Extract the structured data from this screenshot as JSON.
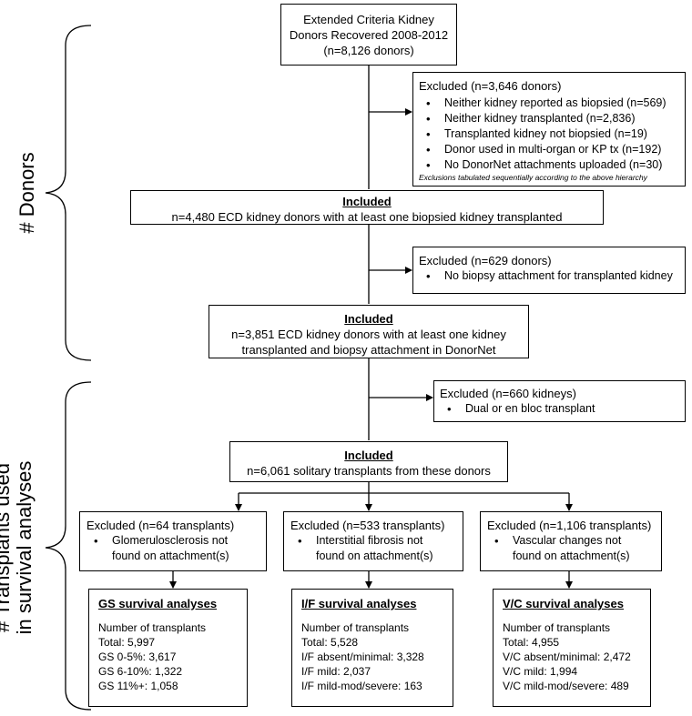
{
  "side_labels": {
    "donors": "# Donors",
    "transplants_line1": "# Transplants used",
    "transplants_line2": "in survival analyses"
  },
  "top_box": {
    "line1": "Extended Criteria Kidney",
    "line2": "Donors Recovered 2008-2012",
    "line3": "(n=8,126 donors)"
  },
  "excluded1": {
    "title": "Excluded (n=3,646 donors)",
    "items": [
      "Neither kidney reported as biopsied (n=569)",
      "Neither kidney transplanted (n=2,836)",
      "Transplanted kidney not biopsied (n=19)",
      "Donor used in multi-organ or KP tx (n=192)",
      "No DonorNet attachments uploaded (n=30)"
    ],
    "note": "Exclusions tabulated sequentially according to the above hierarchy"
  },
  "included1": {
    "heading": "Included",
    "text": "n=4,480 ECD kidney donors with at least one biopsied kidney transplanted"
  },
  "excluded2": {
    "title": "Excluded (n=629 donors)",
    "items": [
      "No biopsy attachment for transplanted kidney"
    ]
  },
  "included2": {
    "heading": "Included",
    "line1": "n=3,851 ECD kidney donors with at least one kidney",
    "line2": "transplanted and biopsy attachment in DonorNet"
  },
  "excluded3": {
    "title": "Excluded (n=660 kidneys)",
    "items": [
      "Dual or en bloc transplant"
    ]
  },
  "included3": {
    "heading": "Included",
    "text": "n=6,061 solitary transplants from these donors"
  },
  "excl_gs": {
    "title": "Excluded (n=64 transplants)",
    "line1": "Glomerulosclerosis not",
    "line2": "found on attachment(s)"
  },
  "excl_if": {
    "title": "Excluded (n=533 transplants)",
    "line1": "Interstitial fibrosis not",
    "line2": "found on attachment(s)"
  },
  "excl_vc": {
    "title": "Excluded (n=1,106 transplants)",
    "line1": "Vascular changes not",
    "line2": "found on attachment(s)"
  },
  "gs": {
    "heading": "GS survival analyses",
    "subhead": "Number of transplants",
    "rows": [
      "Total: 5,997",
      "GS 0-5%: 3,617",
      "GS 6-10%: 1,322",
      "GS 11%+: 1,058"
    ]
  },
  "if": {
    "heading": "I/F survival analyses",
    "subhead": "Number of transplants",
    "rows": [
      "Total: 5,528",
      "I/F absent/minimal: 3,328",
      "I/F mild: 2,037",
      "I/F mild-mod/severe: 163"
    ]
  },
  "vc": {
    "heading": "V/C survival analyses",
    "subhead": "Number of transplants",
    "rows": [
      "Total: 4,955",
      "V/C absent/minimal: 2,472",
      "V/C mild: 1,994",
      "V/C mild-mod/severe: 489"
    ]
  }
}
